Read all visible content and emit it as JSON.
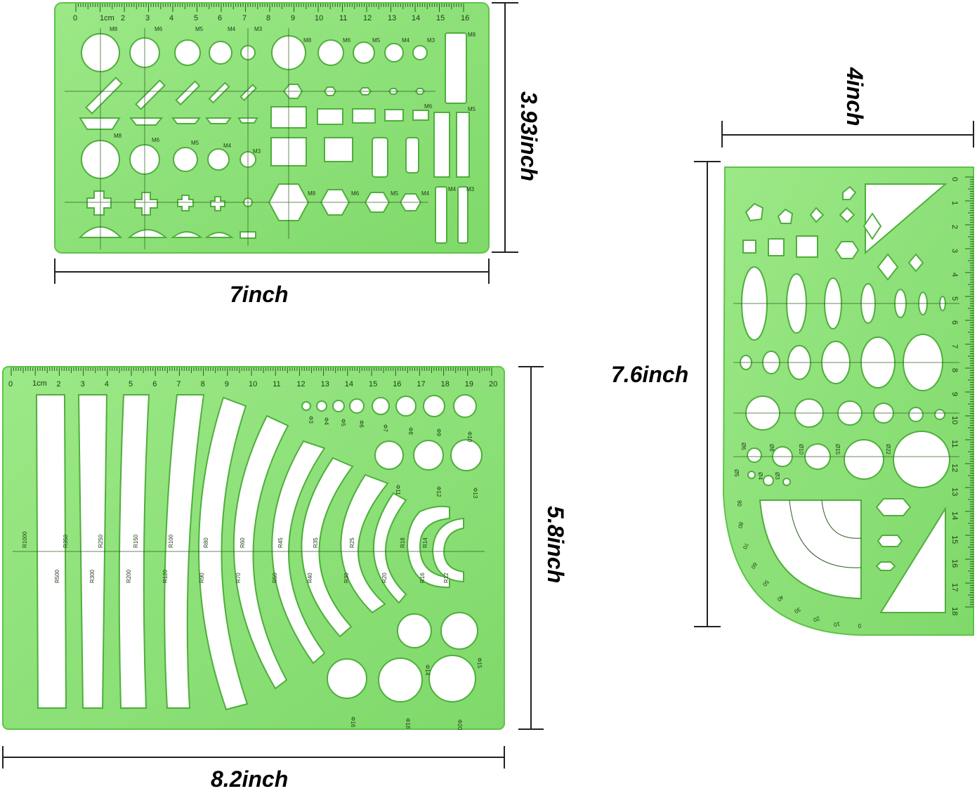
{
  "dimensions": {
    "top_left_width": "7inch",
    "top_left_height": "3.93inch",
    "bottom_left_width": "8.2inch",
    "bottom_left_height": "5.8inch",
    "right_width": "4inch",
    "right_height": "7.6inch"
  },
  "colors": {
    "template_fill": "#8fe27a",
    "template_edge": "#5fc34a",
    "cutout": "#ffffff",
    "line": "#222222"
  },
  "top_left_template": {
    "unit_label": "1cm",
    "ruler_numbers": [
      "0",
      "2",
      "3",
      "4",
      "5",
      "6",
      "7",
      "8",
      "9",
      "10",
      "11",
      "12",
      "13",
      "14",
      "15",
      "16"
    ],
    "row1_labels": [
      "M8",
      "M6",
      "M5",
      "M4",
      "M3",
      "M8",
      "M6",
      "M5",
      "M4",
      "M3",
      "M8"
    ],
    "row2_labels": [
      "M8",
      "M6",
      "M5",
      "M4",
      "M3",
      "M6",
      "M5"
    ],
    "hex_labels": [
      "M8",
      "M6",
      "M5",
      "M4",
      "M4",
      "M3"
    ]
  },
  "bottom_left_template": {
    "unit_label": "1cm",
    "ruler_numbers": [
      "0",
      "2",
      "3",
      "4",
      "5",
      "6",
      "7",
      "8",
      "9",
      "10",
      "11",
      "12",
      "13",
      "14",
      "15",
      "16",
      "17",
      "18",
      "19",
      "20"
    ],
    "radius_labels_top": [
      "R1000",
      "R350",
      "R250",
      "R150",
      "R100",
      "R80",
      "R60",
      "R45",
      "R35",
      "R25",
      "R18",
      "R14"
    ],
    "radius_labels_bottom": [
      "R500",
      "R300",
      "R200",
      "R120",
      "R90",
      "R70",
      "R50",
      "R40",
      "R30",
      "R20",
      "R16",
      "R12"
    ],
    "circle_labels": [
      "Φ3",
      "Φ4",
      "Φ5",
      "Φ6",
      "Φ7",
      "Φ8",
      "Φ9",
      "Φ10",
      "Φ11",
      "Φ12",
      "Φ13",
      "Φ14",
      "Φ15",
      "Φ16",
      "Φ18",
      "Φ20"
    ]
  },
  "right_template": {
    "ruler_numbers": [
      "0",
      "1",
      "2",
      "3",
      "4",
      "5",
      "6",
      "7",
      "8",
      "9",
      "10",
      "11",
      "12",
      "13",
      "14",
      "15",
      "16",
      "17",
      "18"
    ],
    "circle_labels": [
      "Ø6",
      "Ø8",
      "Ø10",
      "Ø15",
      "Ø22",
      "Ø5",
      "Ø4",
      "Ø3"
    ],
    "protractor_numbers": [
      "90",
      "80",
      "70",
      "60",
      "50",
      "40",
      "30",
      "20",
      "10",
      "0"
    ]
  }
}
